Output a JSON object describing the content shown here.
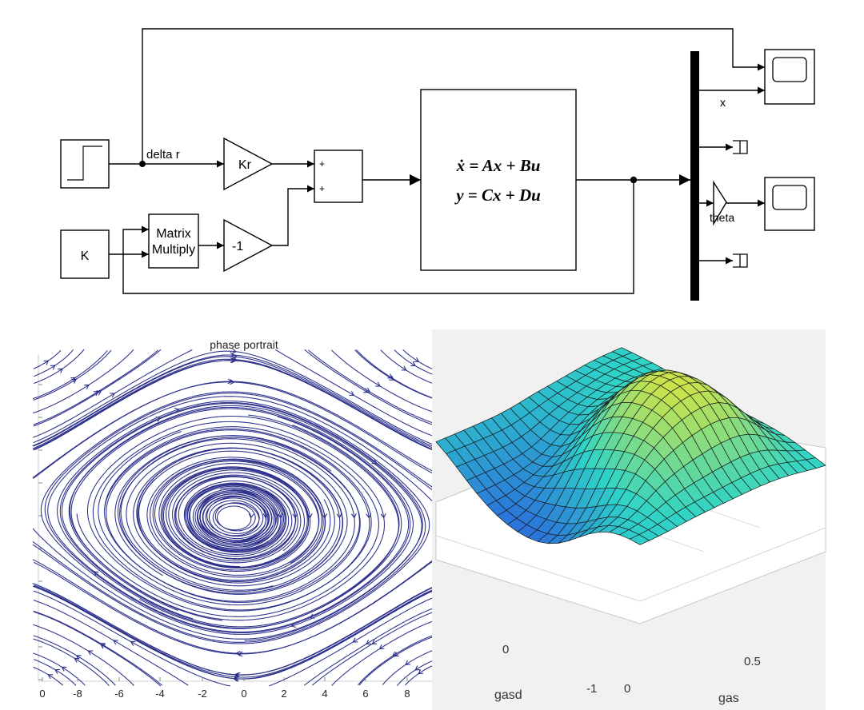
{
  "diagram": {
    "blocks": {
      "kr_gain": "Kr",
      "neg_gain": "-1",
      "k_const": "K",
      "matrix_multiply_line1": "Matrix",
      "matrix_multiply_line2": "Multiply",
      "sum_sign1": "+",
      "sum_sign2": "+",
      "state_eq": "ẋ = Ax + Bu",
      "output_eq": "y = Cx + Du"
    },
    "signals": {
      "delta_r": "delta r",
      "x": "x",
      "theta": "theta"
    }
  },
  "phase_plot": {
    "title": "phase portrait",
    "x_ticks": [
      "0",
      "-8",
      "-6",
      "-4",
      "-2",
      "0",
      "2",
      "4",
      "6",
      "8"
    ],
    "stream_color": "#2b2f8a"
  },
  "surface_plot": {
    "xlabel": "gasd",
    "ylabel": "gas",
    "tick_gasd_0": "0",
    "tick_gasd_m1": "-1",
    "tick_gas_0": "0",
    "tick_gas_05": "0.5",
    "colors": {
      "low": "#2a55e0",
      "mid": "#2ed4c8",
      "high": "#f2e62a"
    }
  }
}
